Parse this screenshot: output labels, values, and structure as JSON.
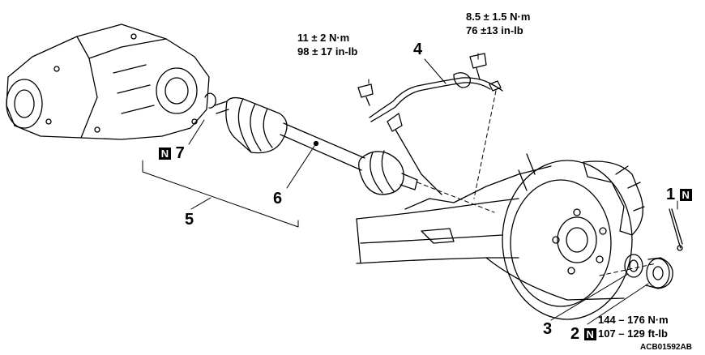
{
  "callouts": {
    "c1": "1",
    "c2": "2",
    "c3": "3",
    "c4": "4",
    "c5": "5",
    "c6": "6",
    "c7": "7"
  },
  "badge": "N",
  "torques": {
    "sensor_bolt": {
      "line1": "8.5 ± 1.5 N·m",
      "line2": "76 ±13 in-lb"
    },
    "bracket_bolt": {
      "line1": "11 ± 2 N·m",
      "line2": "98 ± 17 in-lb"
    },
    "hub_nut": {
      "line1": "144 – 176 N·m",
      "line2": "107 – 129 ft-lb"
    }
  },
  "figure_code": "ACB01592AB"
}
